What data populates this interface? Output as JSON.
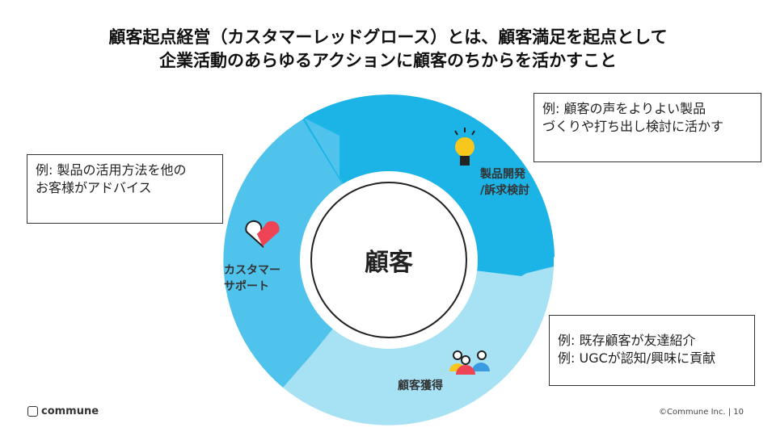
{
  "title": {
    "line1": "顧客起点経営（カスタマーレッドグロース）とは、顧客満足を起点として",
    "line2": "企業活動のあらゆるアクションに顧客のちからを活かすこと"
  },
  "center": "顧客",
  "segments": [
    {
      "label1": "製品開発",
      "label2": "/訴求検討",
      "icon": "lightbulb-icon",
      "color": "#1cb4e6"
    },
    {
      "label1": "顧客獲得",
      "icon": "people-icon",
      "color": "#a6e1f4"
    },
    {
      "label1": "カスタマー",
      "label2": "サポート",
      "icon": "heart-handshake-icon",
      "color": "#4fc3ec"
    }
  ],
  "notes": {
    "product": {
      "line1": "例: 顧客の声をよりよい製品",
      "line2": "づくりや打ち出し検討に活かす"
    },
    "support": {
      "line1": "例: 製品の活用方法を他の",
      "line2": "お客様がアドバイス"
    },
    "acquisition": {
      "line1": "例: 既存顧客が友達紹介",
      "line2": "例: UGCが認知/興味に貢献"
    }
  },
  "footer": {
    "logo": "commune",
    "copyright": "©Commune Inc. | 10"
  }
}
